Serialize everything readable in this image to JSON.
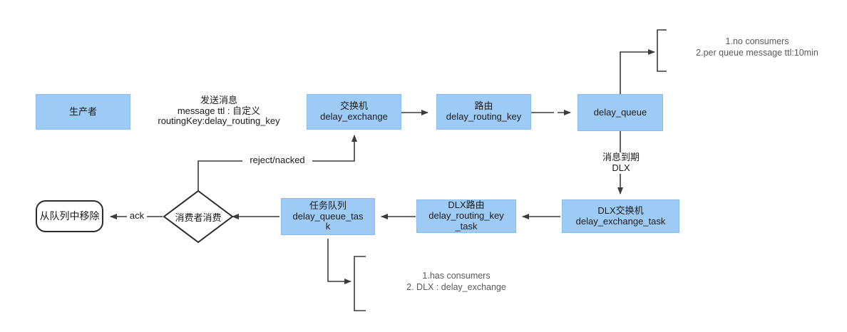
{
  "diagram": {
    "title": "RabbitMQ delay queue flow",
    "colors": {
      "node_fill": "#9dcbf5",
      "node_stroke": "#8cbde8",
      "edge_stroke": "#3b3b3b",
      "annotation_text": "#5a5a5a",
      "background": "#ffffff"
    },
    "nodes": [
      {
        "id": "producer",
        "label": "生产者"
      },
      {
        "id": "send-message",
        "label": "发送消息\nmessage ttl : 自定义\nroutingKey:delay_routing_key"
      },
      {
        "id": "exchange",
        "label": "交换机\ndelay_exchange"
      },
      {
        "id": "routing",
        "label": "路由\ndelay_routing_key"
      },
      {
        "id": "delay-queue",
        "label": "delay_queue"
      },
      {
        "id": "dlx-exchange",
        "label": "DLX交换机\ndelay_exchange_task"
      },
      {
        "id": "dlx-routing",
        "label": "DLX路由\ndelay_routing_key\n_task"
      },
      {
        "id": "task-queue",
        "label": "任务队列\ndelay_queue_tas\nk"
      },
      {
        "id": "consumer",
        "label": "消费者消费"
      },
      {
        "id": "remove-from-queue",
        "label": "从队列中移除"
      }
    ],
    "edge_labels": [
      {
        "id": "dlx-expire",
        "label": "消息到期\nDLX"
      },
      {
        "id": "reject",
        "label": "reject/nacked"
      },
      {
        "id": "ack",
        "label": "ack"
      },
      {
        "id": "blank",
        "label": ""
      }
    ],
    "annotations": [
      {
        "id": "delay-queue-note",
        "label": "1.no consumers\n2.per queue message ttl:10min"
      },
      {
        "id": "task-queue-note",
        "label": "1.has consumers\n2. DLX : delay_exchange"
      }
    ]
  }
}
